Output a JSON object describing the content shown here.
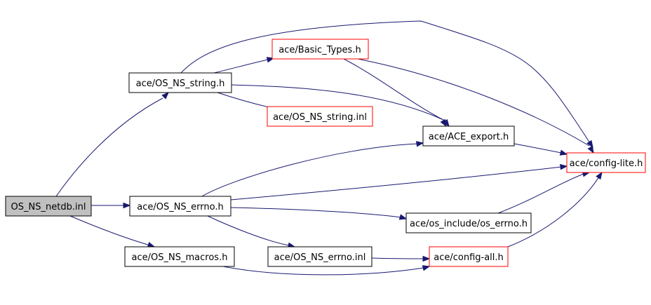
{
  "colors": {
    "edge": "#191970",
    "node_border_default": "#000000",
    "node_border_truncated": "#ff0000",
    "root_fill": "#c0c0c0",
    "node_fill": "#ffffff"
  },
  "nodes": {
    "os_ns_netdb_inl": "OS_NS_netdb.inl",
    "os_ns_string_h": "ace/OS_NS_string.h",
    "basic_types_h": "ace/Basic_Types.h",
    "os_ns_string_inl": "ace/OS_NS_string.inl",
    "ace_export_h": "ace/ACE_export.h",
    "config_lite_h": "ace/config-lite.h",
    "os_ns_errno_h": "ace/OS_NS_errno.h",
    "os_errno_h": "ace/os_include/os_errno.h",
    "os_ns_macros_h": "ace/OS_NS_macros.h",
    "os_ns_errno_inl": "ace/OS_NS_errno.inl",
    "config_all_h": "ace/config-all.h"
  },
  "edges": [
    [
      "os_ns_netdb_inl",
      "os_ns_string_h"
    ],
    [
      "os_ns_netdb_inl",
      "os_ns_errno_h"
    ],
    [
      "os_ns_netdb_inl",
      "os_ns_macros_h"
    ],
    [
      "os_ns_string_h",
      "basic_types_h"
    ],
    [
      "os_ns_string_h",
      "config_lite_h"
    ],
    [
      "os_ns_string_h",
      "os_ns_string_inl"
    ],
    [
      "os_ns_string_h",
      "ace_export_h"
    ],
    [
      "basic_types_h",
      "ace_export_h"
    ],
    [
      "basic_types_h",
      "config_lite_h"
    ],
    [
      "ace_export_h",
      "config_lite_h"
    ],
    [
      "os_ns_errno_h",
      "ace_export_h"
    ],
    [
      "os_ns_errno_h",
      "config_lite_h"
    ],
    [
      "os_ns_errno_h",
      "os_errno_h"
    ],
    [
      "os_ns_errno_h",
      "os_ns_errno_inl"
    ],
    [
      "os_errno_h",
      "config_lite_h"
    ],
    [
      "os_ns_macros_h",
      "config_all_h"
    ],
    [
      "os_ns_errno_inl",
      "config_all_h"
    ],
    [
      "config_all_h",
      "config_lite_h"
    ]
  ]
}
